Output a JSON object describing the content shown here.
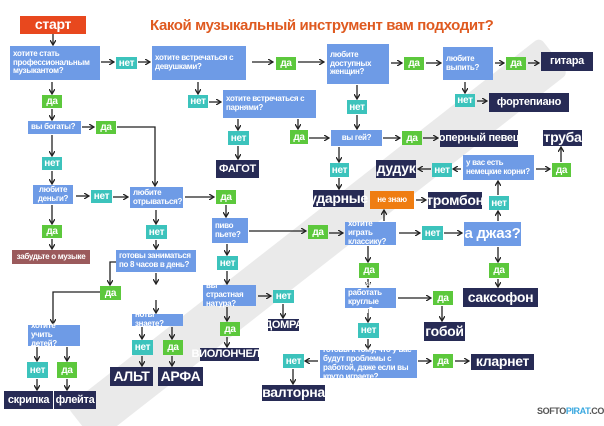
{
  "title": "Какой музыкальный инструмент вам подходит?",
  "credit": {
    "part1": "SOFTO",
    "part2": "PIRAT",
    "part3": ".COM"
  },
  "colors": {
    "question": "#6e9be6",
    "yes": "#5cc83c",
    "no": "#3cc3bc",
    "result": "#272b55",
    "start": "#e8481e",
    "title": "#df5a20",
    "forget": "#9b5a5c",
    "dont_know": "#ef7d12"
  },
  "nodes": [
    {
      "text": "старт"
    },
    {
      "text": "хотите стать профессиональным музыкантом?"
    },
    {
      "text": "нет"
    },
    {
      "text": "хотите встречаться с девушками?"
    },
    {
      "text": "да"
    },
    {
      "text": "любите доступных женщин?"
    },
    {
      "text": "да"
    },
    {
      "text": "любите выпить?"
    },
    {
      "text": "да"
    },
    {
      "text": "гитара"
    },
    {
      "text": "нет"
    },
    {
      "text": "фортепиано"
    },
    {
      "text": "да"
    },
    {
      "text": "вы богаты?"
    },
    {
      "text": "да"
    },
    {
      "text": "нет"
    },
    {
      "text": "любите деньги?"
    },
    {
      "text": "нет"
    },
    {
      "text": "любите отрываться?"
    },
    {
      "text": "да"
    },
    {
      "text": "забудьте о музыке"
    },
    {
      "text": "нет"
    },
    {
      "text": "готовы заниматься по 8 часов в день?"
    },
    {
      "text": "да"
    },
    {
      "text": "пиво пьете?"
    },
    {
      "text": "да"
    },
    {
      "text": "хотите играть классику?"
    },
    {
      "text": "нет"
    },
    {
      "text": "а джаз?"
    },
    {
      "text": "нет"
    },
    {
      "text": "вы страстная натура?"
    },
    {
      "text": "нет"
    },
    {
      "text": "ДОМРА"
    },
    {
      "text": "да"
    },
    {
      "text": "ВИОЛОНЧЕЛЬ"
    },
    {
      "text": "да"
    },
    {
      "text": "хотите учить детей?"
    },
    {
      "text": "ноты знаете?"
    },
    {
      "text": "нет"
    },
    {
      "text": "АЛЬТ"
    },
    {
      "text": "да"
    },
    {
      "text": "АРФА"
    },
    {
      "text": "нет"
    },
    {
      "text": "скрипка"
    },
    {
      "text": "да"
    },
    {
      "text": "флейта"
    },
    {
      "text": "нет"
    },
    {
      "text": "хотите встречаться с парнями?"
    },
    {
      "text": "нет"
    },
    {
      "text": "ФАГОТ"
    },
    {
      "text": "да"
    },
    {
      "text": "вы гей?"
    },
    {
      "text": "да"
    },
    {
      "text": "оперный певец"
    },
    {
      "text": "нет"
    },
    {
      "text": "нет"
    },
    {
      "text": "ударные"
    },
    {
      "text": "не знаю"
    },
    {
      "text": "тромбон"
    },
    {
      "text": "нет"
    },
    {
      "text": "у вас есть немецкие корни?"
    },
    {
      "text": "да"
    },
    {
      "text": "труба"
    },
    {
      "text": "нет"
    },
    {
      "text": "дудук"
    },
    {
      "text": "да"
    },
    {
      "text": "саксофон"
    },
    {
      "text": "да"
    },
    {
      "text": "готовы работать круглые сутки?"
    },
    {
      "text": "да"
    },
    {
      "text": "гобой"
    },
    {
      "text": "нет"
    },
    {
      "text": "готовы к тому, что у вас будут проблемы с работой, даже если вы круто играете?"
    },
    {
      "text": "да"
    },
    {
      "text": "кларнет"
    },
    {
      "text": "нет"
    },
    {
      "text": "валторна"
    }
  ]
}
